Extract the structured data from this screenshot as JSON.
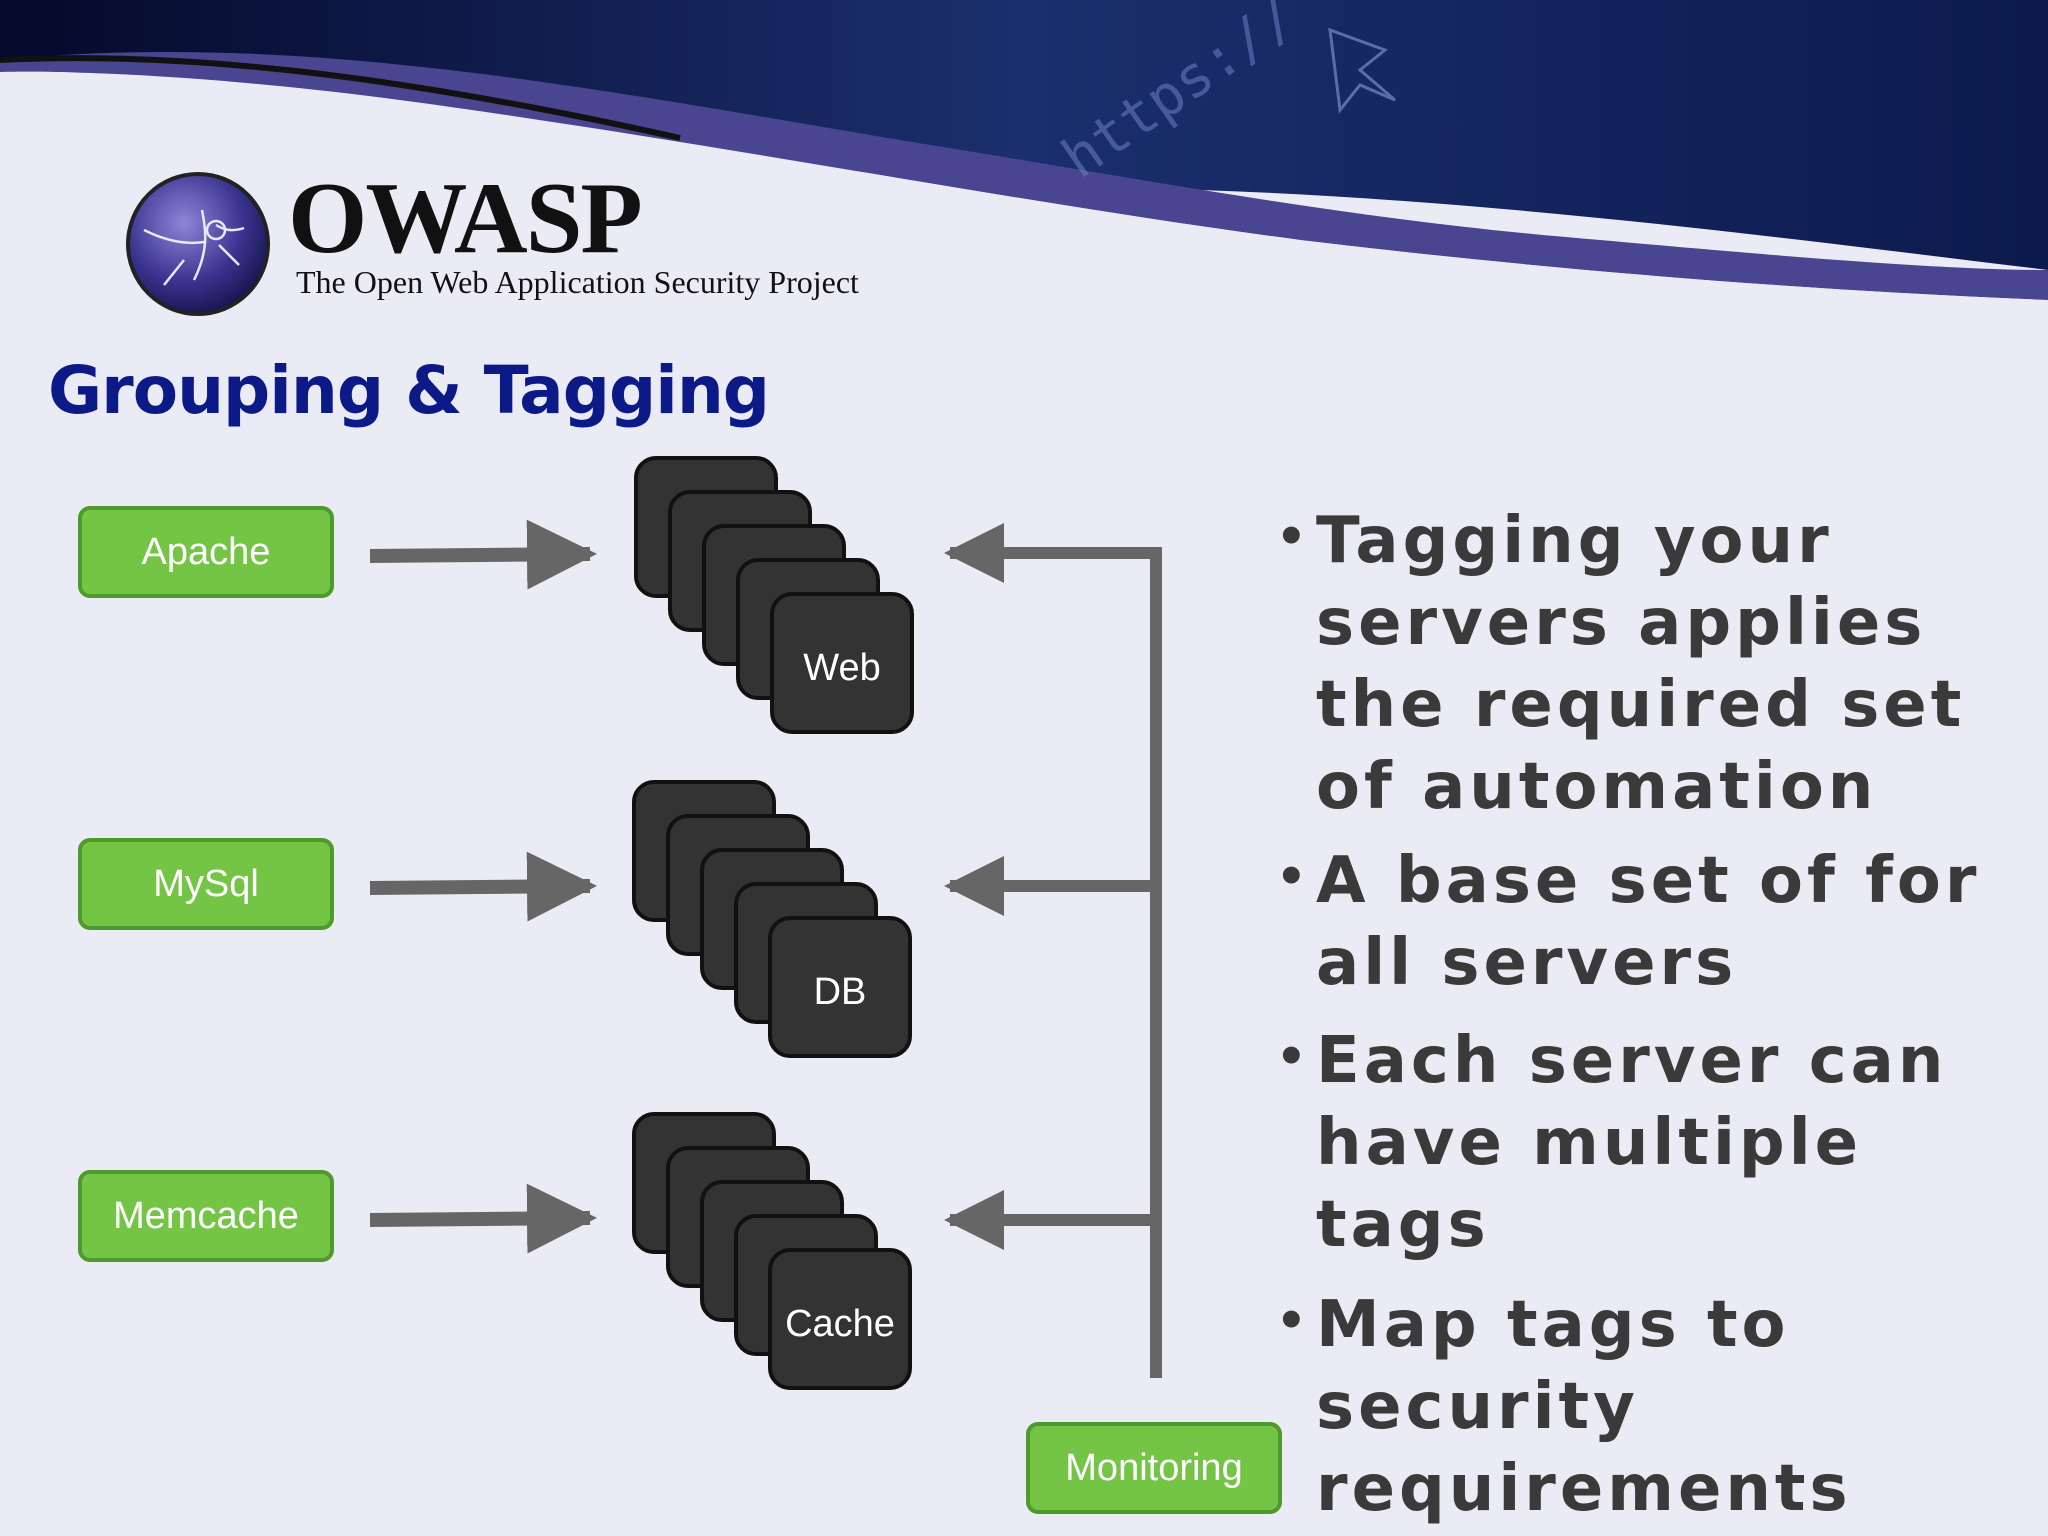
{
  "header": {
    "logo_word": "OWASP",
    "logo_subtitle": "The Open Web Application Security Project",
    "banner_text": "https://"
  },
  "title": "Grouping & Tagging",
  "tags": {
    "apache": "Apache",
    "mysql": "MySql",
    "memcache": "Memcache",
    "monitoring": "Monitoring"
  },
  "server_groups": {
    "web": "Web",
    "db": "DB",
    "cache": "Cache"
  },
  "bullets": [
    "Tagging your servers applies the required set of automation",
    "A base set of for all servers",
    "Each server can have multiple tags",
    "Map tags to security requirements"
  ],
  "colors": {
    "title": "#0b1a86",
    "tag_fill": "#74c445",
    "server_fill": "#333333",
    "connector": "#666666"
  }
}
